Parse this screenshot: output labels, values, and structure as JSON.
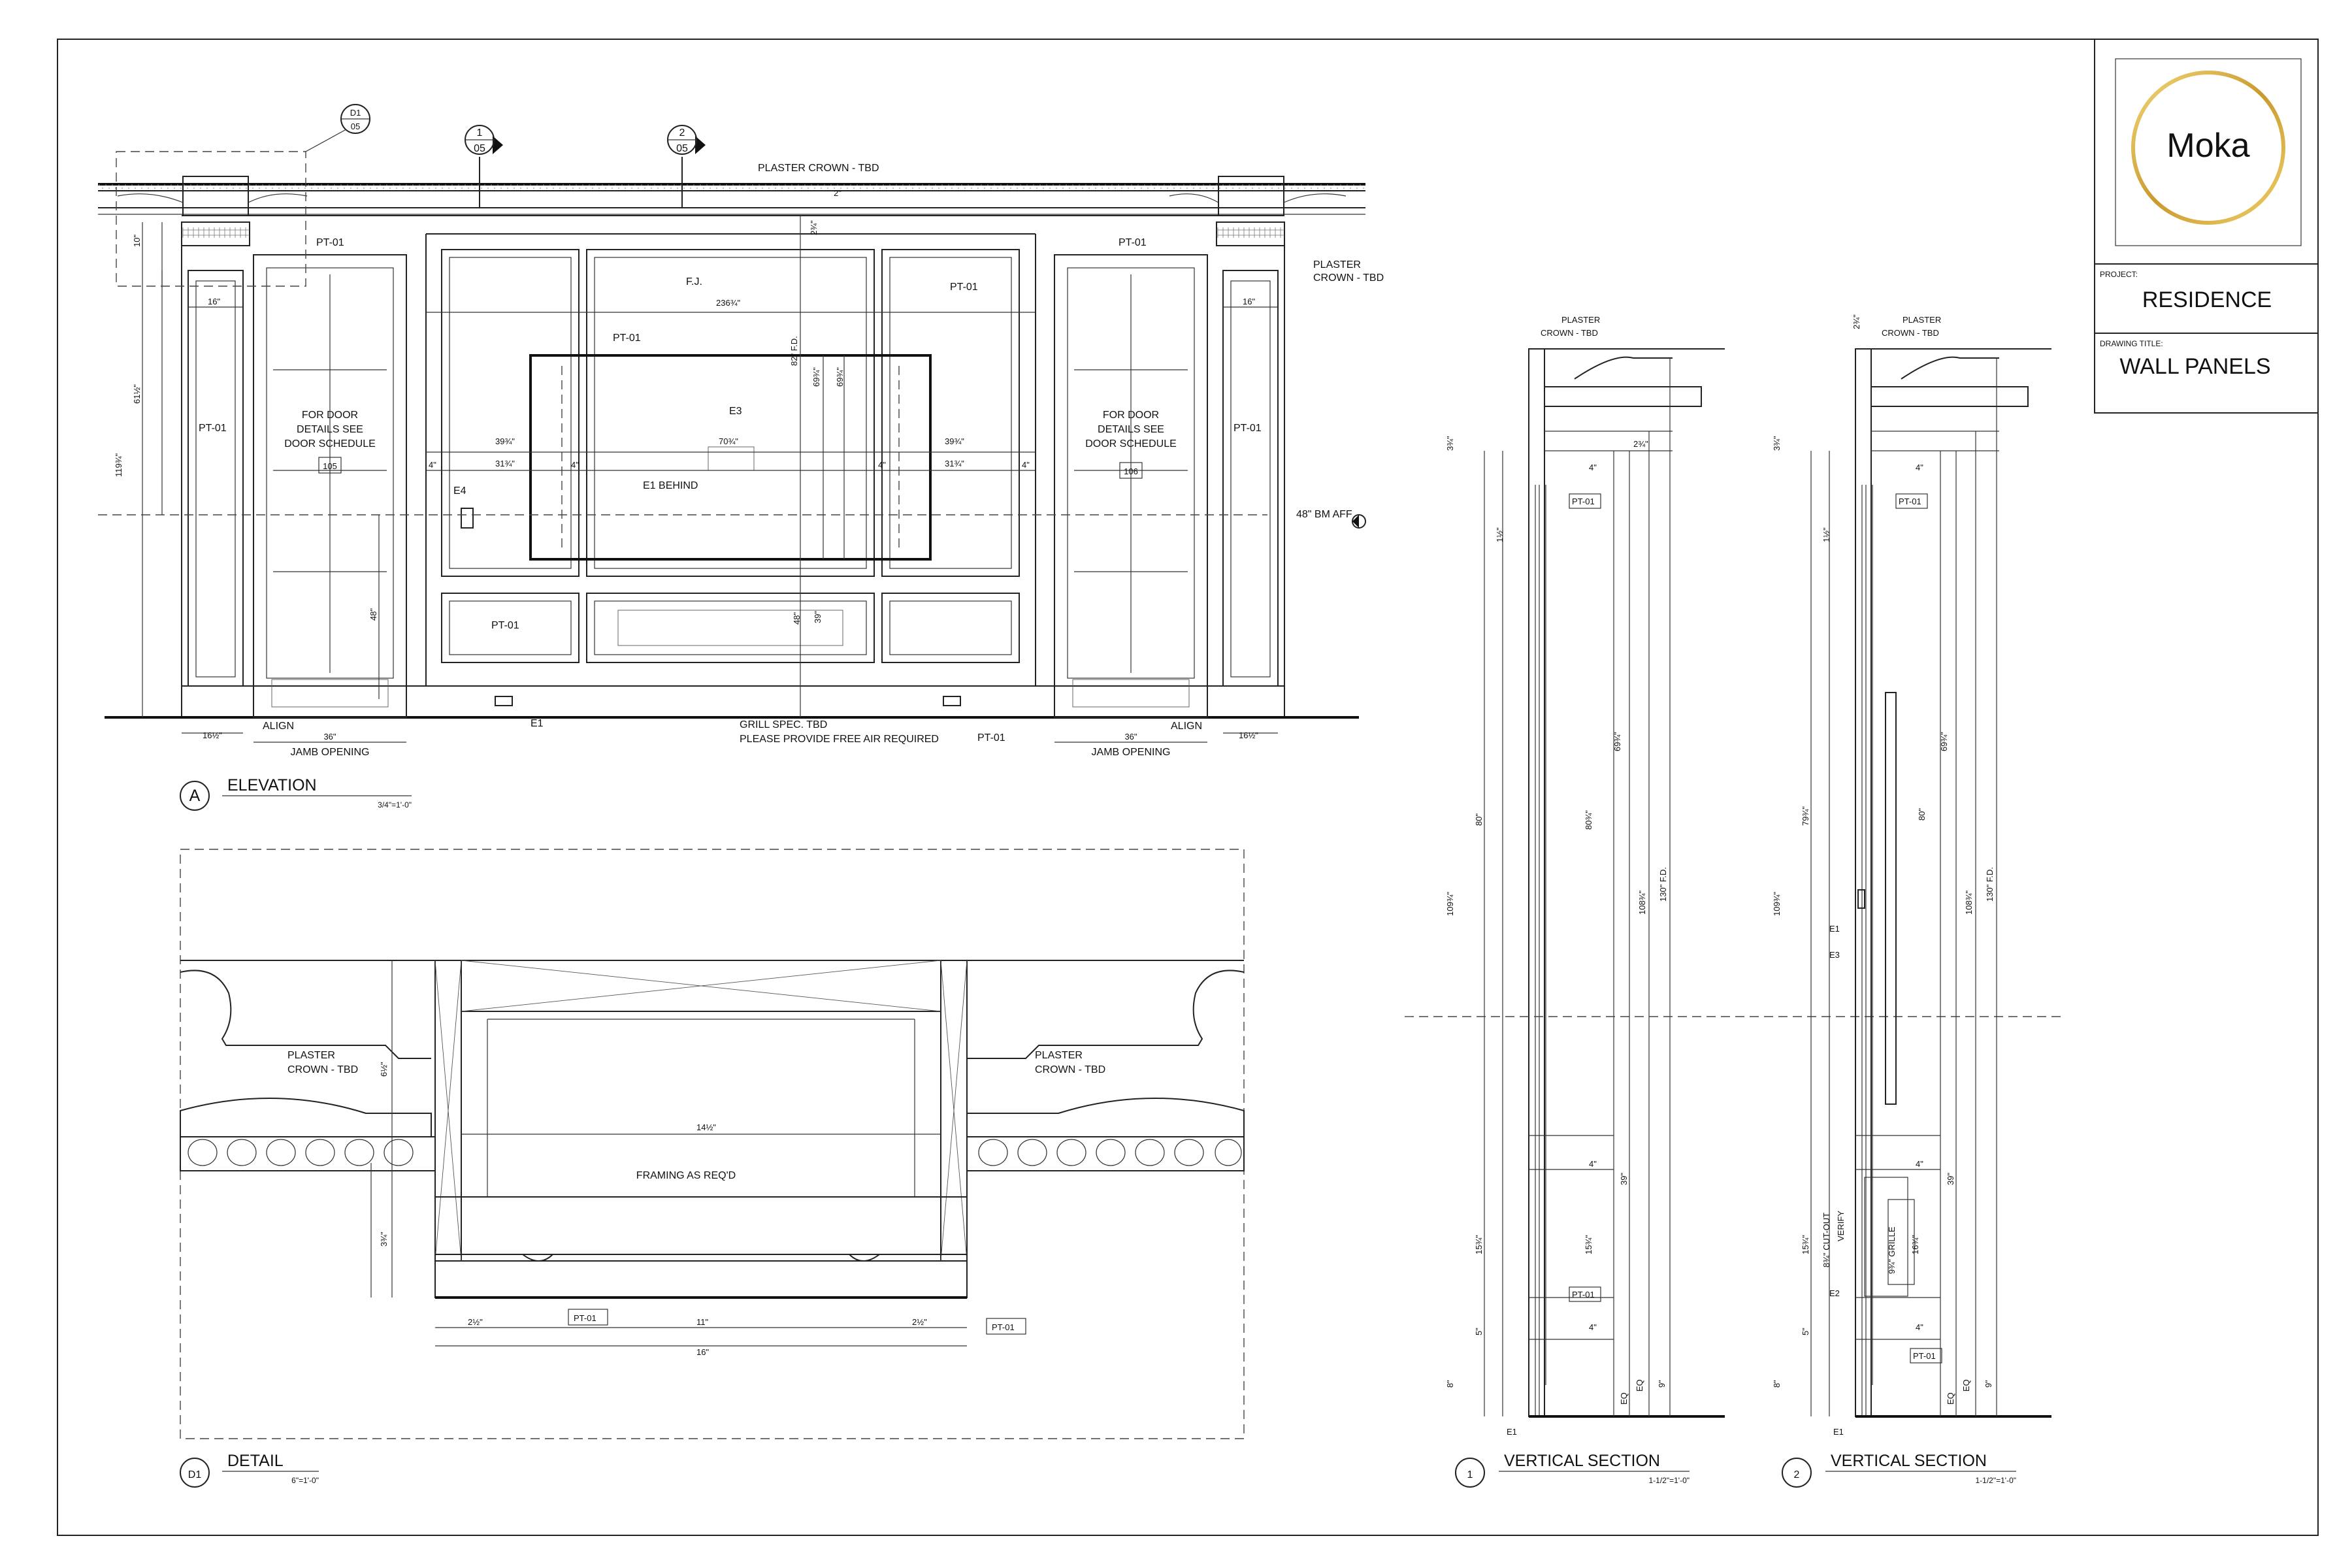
{
  "title_block": {
    "logo": "Moka",
    "project_label": "PROJECT:",
    "project": "RESIDENCE",
    "drawing_title_label": "DRAWING TITLE:",
    "drawing_title": "WALL PANELS"
  },
  "elevation": {
    "marker": "A",
    "title": "ELEVATION",
    "scale": "3/4\"=1'-0\"",
    "callout_d1_top": "D1",
    "callout_d1_bottom": "05",
    "section_1_top": "1",
    "section_1_bottom": "05",
    "section_2_top": "2",
    "section_2_bottom": "05",
    "plaster_crown_top": "PLASTER CROWN - TBD",
    "plaster_crown_right_1": "PLASTER",
    "plaster_crown_right_2": "CROWN - TBD",
    "pt01": "PT-01",
    "fj": "F.J.",
    "e3": "E3",
    "e4": "E4",
    "e1": "E1",
    "e1_behind": "E1 BEHIND",
    "door_note_1": "FOR DOOR",
    "door_note_2": "DETAILS SEE",
    "door_note_3": "DOOR SCHEDULE",
    "door_left_tag": "105",
    "door_right_tag": "106",
    "align": "ALIGN",
    "jamb_opening": "JAMB OPENING",
    "grill_1": "GRILL SPEC. TBD",
    "grill_2": "PLEASE PROVIDE FREE AIR REQUIRED",
    "bm_aff": "48\" BM AFF",
    "dims": {
      "d_10": "10\"",
      "d_16": "16\"",
      "d_61": "61½\"",
      "d_119": "119¾\"",
      "d_36": "36\"",
      "d_16half": "16½\"",
      "d_236": "236¾\"",
      "d_82fd": "82\" F.D.",
      "d_69": "69¾\"",
      "d_70": "70¾\"",
      "d_39": "39¾\"",
      "d_31": "31¾\"",
      "d_4": "4\"",
      "d_48": "48\"",
      "d_2": "2¾\"",
      "d_39b": "39\"",
      "d_2b": "2\""
    }
  },
  "detail": {
    "marker": "D1",
    "title": "DETAIL",
    "scale": "6\"=1'-0\"",
    "plaster_1": "PLASTER",
    "plaster_2": "CROWN - TBD",
    "framing": "FRAMING AS REQ'D",
    "pt01": "PT-01",
    "d_14": "14½\"",
    "d_11": "11\"",
    "d_16": "16\"",
    "d_2": "2½\"",
    "d_3": "3¾\"",
    "d_6": "6½\""
  },
  "section1": {
    "marker": "1",
    "title": "VERTICAL SECTION",
    "scale": "1-1/2\"=1'-0\"",
    "plaster_1": "PLASTER",
    "plaster_2": "CROWN - TBD",
    "pt01": "PT-01",
    "e1": "E1",
    "eq": "EQ",
    "d_3": "3¾\"",
    "d_1": "1½\"",
    "d_80": "80\"",
    "d_109": "109¾\"",
    "d_69": "69¾\"",
    "d_80b": "80¾\"",
    "d_108": "108¾\"",
    "d_130": "130\" F.D.",
    "d_4": "4\"",
    "d_39": "39\"",
    "d_15": "15¾\"",
    "d_5": "5\"",
    "d_8": "8\"",
    "d_9": "9\"",
    "d_2": "2¾\""
  },
  "section2": {
    "marker": "2",
    "title": "VERTICAL SECTION",
    "scale": "1-1/2\"=1'-0\"",
    "plaster_1": "PLASTER",
    "plaster_2": "CROWN - TBD",
    "pt01": "PT-01",
    "e1": "E1",
    "e2": "E2",
    "e3": "E3",
    "eq": "EQ",
    "cutout_1": "8¾\" CUT-OUT",
    "cutout_2": "VERIFY",
    "grille": "9¾\" GRILLE",
    "d_2": "2¾\"",
    "d_3": "3¾\"",
    "d_1": "1½\"",
    "d_79": "79¾\"",
    "d_109": "109¾\"",
    "d_69": "69¾\"",
    "d_80": "80\"",
    "d_108": "108¾\"",
    "d_130": "130\" F.D.",
    "d_4": "4\"",
    "d_39": "39\"",
    "d_15": "15¾\"",
    "d_16": "16¾\"",
    "d_5": "5\"",
    "d_8": "8\"",
    "d_9": "9\""
  }
}
